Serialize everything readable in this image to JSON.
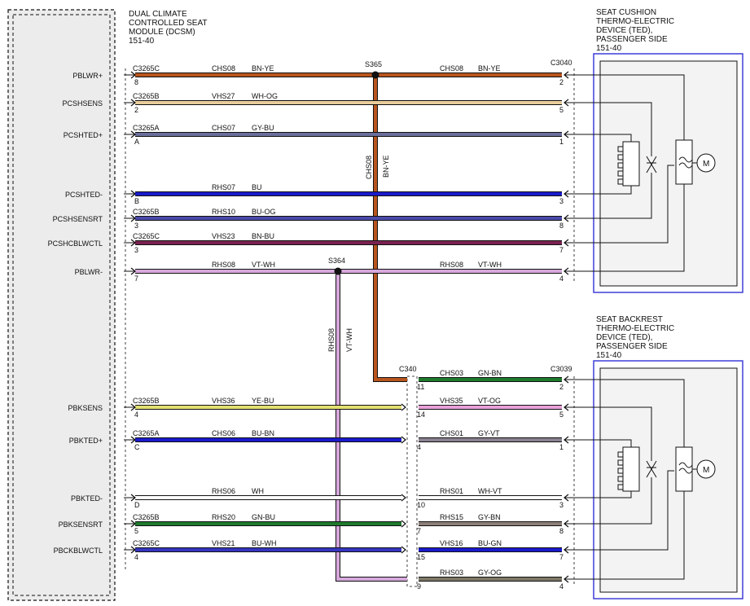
{
  "module": {
    "title": [
      "DUAL CLIMATE",
      "CONTROLLED SEAT",
      "MODULE (DCSM)",
      "151-40"
    ]
  },
  "cushion_ted": {
    "title": [
      "SEAT CUSHION",
      "THERMO-ELECTRIC",
      "DEVICE (TED),",
      "PASSENGER SIDE",
      "151-40"
    ],
    "connector": "C3040"
  },
  "backrest_ted": {
    "title": [
      "SEAT BACKREST",
      "THERMO-ELECTRIC",
      "DEVICE (TED),",
      "PASSENGER SIDE",
      "151-40"
    ],
    "connector": "C3039"
  },
  "inline_connector": "C340",
  "motor_label": "M",
  "splices": {
    "s365": "S365",
    "s364": "S364"
  },
  "vertical_wires": {
    "s365": {
      "circuit": "CHS08",
      "color": "BN-YE"
    },
    "s364": {
      "circuit": "RHS08",
      "color": "VT-WH"
    }
  },
  "top_rows": [
    {
      "signal": "PBLWR+",
      "conn": "C3265C",
      "pin": "8",
      "c1": "CHS08",
      "col1": "BN-YE",
      "c2": "CHS08",
      "col2": "BN-YE",
      "tpin": "2"
    },
    {
      "signal": "PCSHSENS",
      "conn": "C3265B",
      "pin": "2",
      "c1": "VHS27",
      "col1": "WH-OG",
      "c2": "",
      "col2": "",
      "tpin": "5"
    },
    {
      "signal": "PCSHTED+",
      "conn": "C3265A",
      "pin": "A",
      "c1": "CHS07",
      "col1": "GY-BU",
      "c2": "",
      "col2": "",
      "tpin": "1"
    },
    {
      "signal": "PCSHTED-",
      "conn": "",
      "pin": "B",
      "c1": "RHS07",
      "col1": "BU",
      "c2": "",
      "col2": "",
      "tpin": "3"
    },
    {
      "signal": "PCSHSENSRT",
      "conn": "C3265B",
      "pin": "3",
      "c1": "RHS10",
      "col1": "BU-OG",
      "c2": "",
      "col2": "",
      "tpin": "8"
    },
    {
      "signal": "PCSHCBLWCTL",
      "conn": "C3265C",
      "pin": "3",
      "c1": "VHS23",
      "col1": "BN-BU",
      "c2": "",
      "col2": "",
      "tpin": "7"
    },
    {
      "signal": "PBLWR-",
      "conn": "",
      "pin": "7",
      "c1": "RHS08",
      "col1": "VT-WH",
      "c2": "RHS08",
      "col2": "VT-WH",
      "tpin": "4"
    }
  ],
  "bottom_rows": [
    {
      "signal": "",
      "conn": "",
      "pin": "",
      "c1": "",
      "col1": "",
      "mpin": "11",
      "c2": "CHS03",
      "col2": "GN-BN",
      "tpin": "2"
    },
    {
      "signal": "PBKSENS",
      "conn": "C3265B",
      "pin": "4",
      "c1": "VHS36",
      "col1": "YE-BU",
      "mpin": "14",
      "c2": "VHS35",
      "col2": "VT-OG",
      "tpin": "5"
    },
    {
      "signal": "PBKTED+",
      "conn": "C3265A",
      "pin": "C",
      "c1": "CHS06",
      "col1": "BU-BN",
      "mpin": "4",
      "c2": "CHS01",
      "col2": "GY-VT",
      "tpin": "1"
    },
    {
      "signal": "PBKTED-",
      "conn": "",
      "pin": "D",
      "c1": "RHS06",
      "col1": "WH",
      "mpin": "10",
      "c2": "RHS01",
      "col2": "WH-VT",
      "tpin": "3"
    },
    {
      "signal": "PBKSENSRT",
      "conn": "C3265B",
      "pin": "5",
      "c1": "RHS20",
      "col1": "GN-BU",
      "mpin": "7",
      "c2": "RHS15",
      "col2": "GY-BN",
      "tpin": "8"
    },
    {
      "signal": "PBCKBLWCTL",
      "conn": "C3265C",
      "pin": "4",
      "c1": "VHS21",
      "col1": "BU-WH",
      "mpin": "15",
      "c2": "VHS16",
      "col2": "BU-GN",
      "tpin": "7"
    },
    {
      "signal": "",
      "conn": "",
      "pin": "",
      "c1": "",
      "col1": "",
      "mpin": "9",
      "c2": "RHS03",
      "col2": "GY-OG",
      "tpin": "4"
    }
  ],
  "colors": {
    "brown_orange": "#b8551e",
    "dark_brown": "#8a3a18",
    "light_tan": "#e8cc9a",
    "gray_blue": "#6a6e9a",
    "blue": "#1a1acc",
    "blue_dark": "#4a4aa8",
    "maroon": "#7a2250",
    "violet": "#d6a8dc",
    "green": "#1e7a2c",
    "yellow": "#e2e070",
    "pink_violet": "#e8a0d8",
    "gray_violet": "#8a8290",
    "white_wire": "#ffffff",
    "gray_brown": "#8c7f78",
    "blue_gray": "#3535c0",
    "gray_olive": "#7d7766",
    "module_fill": "#ececec",
    "ted_border": "#3f3fd8",
    "ted_fill": "#f3f3f3",
    "line": "#111111"
  }
}
